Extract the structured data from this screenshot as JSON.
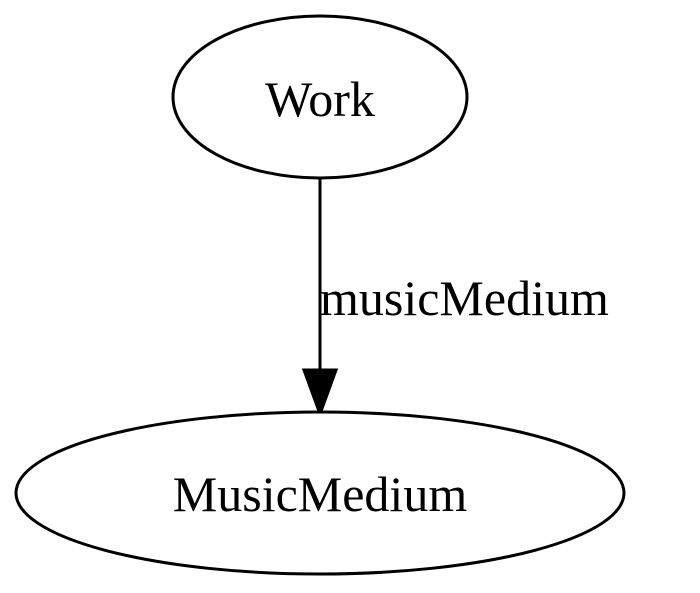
{
  "graph": {
    "nodes": [
      {
        "id": "work",
        "label": "Work"
      },
      {
        "id": "music-medium",
        "label": "MusicMedium"
      }
    ],
    "edges": [
      {
        "from": "work",
        "to": "music-medium",
        "label": "musicMedium"
      }
    ]
  }
}
